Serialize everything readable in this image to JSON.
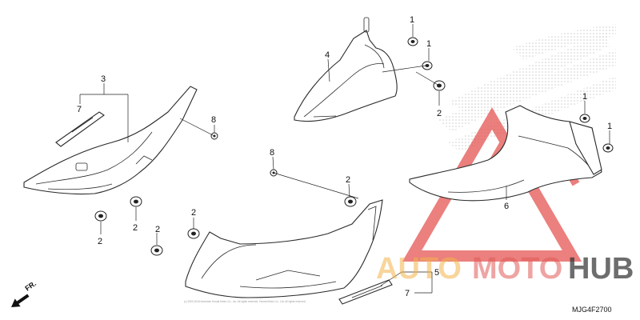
{
  "diagram": {
    "code": "MJG4F2700",
    "direction_label": "FR.",
    "copyright": "(c) 2003-2016 American Honda Motor Co., Inc. All rights reserved. Honda Motor Co., Ltd. All rights reserved.",
    "callouts": {
      "c1a": "1",
      "c1b": "1",
      "c1c": "1",
      "c1d": "1",
      "c2a": "2",
      "c2b": "2",
      "c2c": "2",
      "c2d": "2",
      "c2e": "2",
      "c2f": "2",
      "c3": "3",
      "c4": "4",
      "c5": "5",
      "c6": "6",
      "c7a": "7",
      "c7b": "7",
      "c8a": "8",
      "c8b": "8"
    }
  },
  "watermark": {
    "auto": "AUTO",
    "moto": "MOTO",
    "hub": "HUB",
    "colors": {
      "auto": "#f2b24a",
      "moto": "#e05a56",
      "hub": "#2f2f2f",
      "triangle": "#e24a47"
    }
  }
}
